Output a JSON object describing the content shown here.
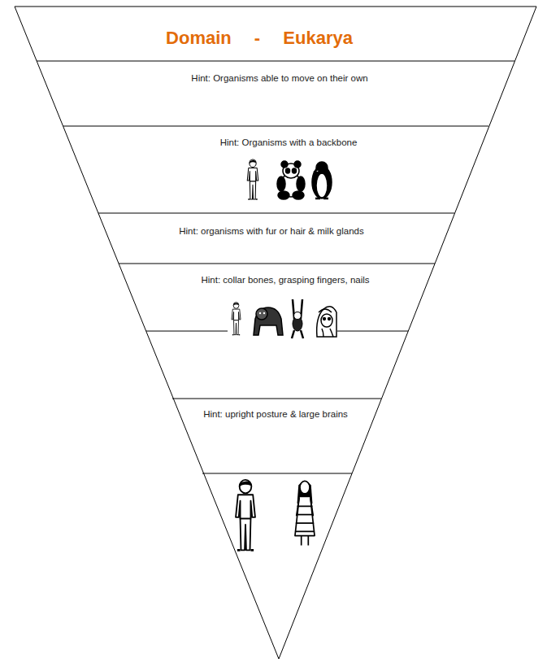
{
  "diagram": {
    "title": "Domain - Eukarya",
    "nodes": [
      {
        "text": [
          "Hint: Organisms able to move on their own"
        ]
      },
      {
        "text": [
          "Hint: Organisms with a backbone"
        ]
      },
      {
        "text": [
          "Hint: organisms with fur or hair & milk glands"
        ]
      },
      {
        "text": [
          "Hint: collar bones, grasping fingers, nails"
        ]
      },
      {
        "text": [
          "Hint: upright posture & large brains"
        ]
      }
    ]
  }
}
